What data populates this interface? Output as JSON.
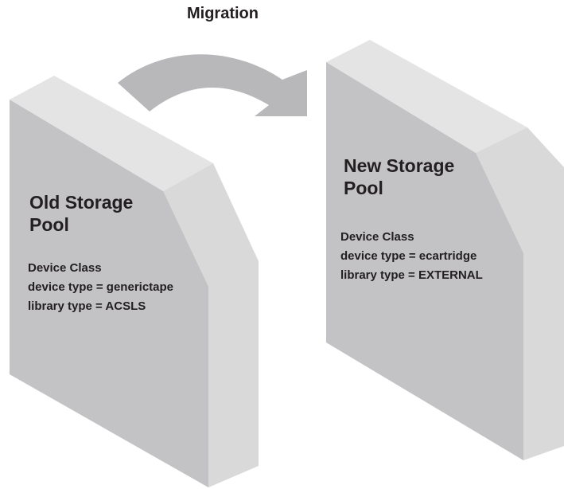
{
  "title": "Migration",
  "old_pool": {
    "title_line1": "Old Storage",
    "title_line2": "Pool",
    "lines": [
      "Device Class",
      "device type = generictape",
      "library type = ACSLS"
    ]
  },
  "new_pool": {
    "title_line1": "New Storage",
    "title_line2": "Pool",
    "lines": [
      "Device Class",
      "device type = ecartridge",
      "library type = EXTERNAL"
    ]
  },
  "colors": {
    "front_face": "#c2c2c4",
    "top_face": "#e4e4e5",
    "side_face": "#dadadb",
    "shadow_face": "#b5b5b7",
    "arrow": "#b8b8ba",
    "text": "#231f20"
  }
}
